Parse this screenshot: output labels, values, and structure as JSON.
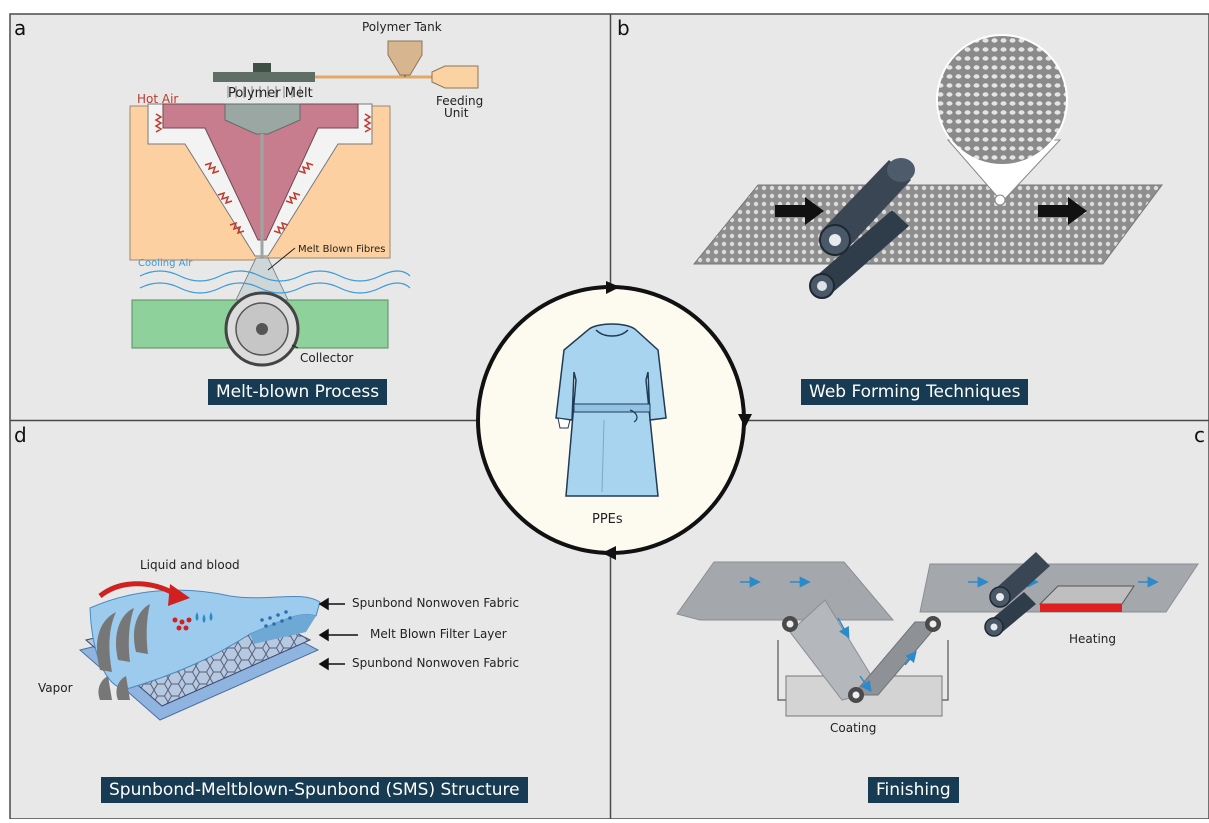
{
  "panels": {
    "a": {
      "letter": "a",
      "caption": "Melt-blown Process",
      "labels": {
        "polymer_tank": "Polymer Tank",
        "polymer_melt": "Polymer Melt",
        "hot_air": "Hot Air",
        "feeding_unit_1": "Feeding",
        "feeding_unit_2": "Unit",
        "melt_blown_fibres": "Melt Blown Fibres",
        "cooling_air": "Cooling Air",
        "collector": "Collector"
      }
    },
    "b": {
      "letter": "b",
      "caption": "Web Forming Techniques"
    },
    "c": {
      "letter": "c",
      "caption": "Finishing",
      "labels": {
        "coating": "Coating",
        "heating": "Heating"
      }
    },
    "d": {
      "letter": "d",
      "caption": "Spunbond-Meltblown-Spunbond (SMS) Structure",
      "labels": {
        "liquid_and_blood": "Liquid and blood",
        "vapor": "Vapor",
        "spunbond_top": "Spunbond Nonwoven Fabric",
        "melt_blown_filter": "Melt Blown Filter Layer",
        "spunbond_bottom": "Spunbond Nonwoven Fabric"
      }
    }
  },
  "center": {
    "label": "PPEs"
  },
  "colors": {
    "panel_bg": "#e8e8e8",
    "caption_bg": "#173b52",
    "die_orange": "#fcd0a0",
    "die_pink": "#c87d8e",
    "collector_green": "#8fd19a",
    "hot_air_red": "#c0392b",
    "cooling_air_blue": "#3a9ad9",
    "gown_blue": "#a8d4f0",
    "roller_dark": "#3a4654",
    "mesh_gray": "#9a9a9a",
    "heater_red": "#e02020"
  }
}
